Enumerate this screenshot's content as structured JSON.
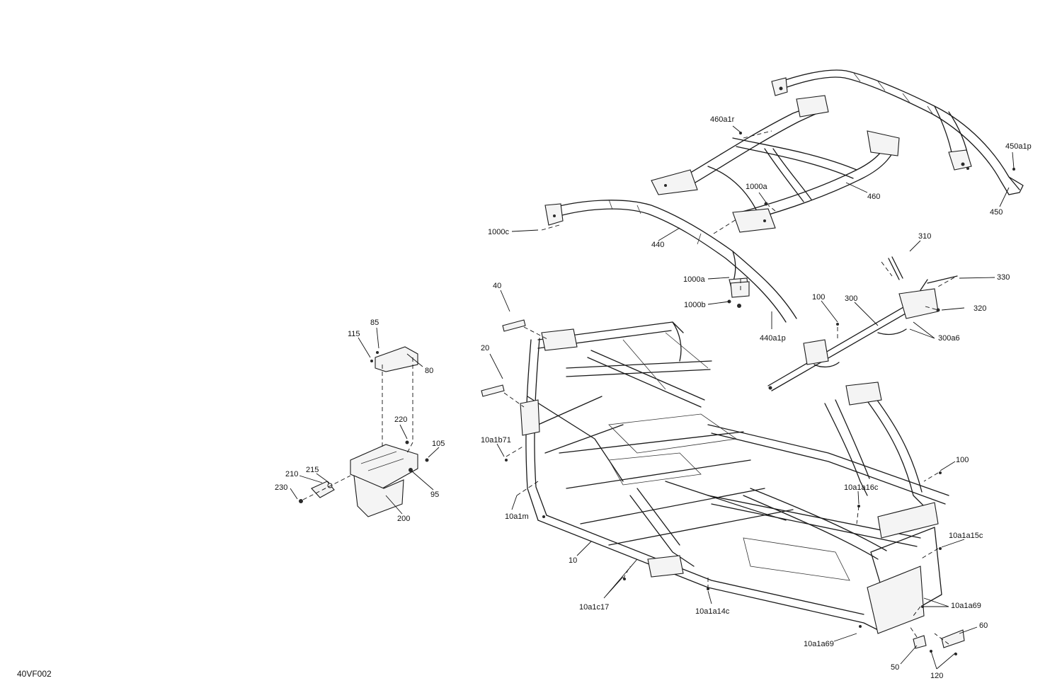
{
  "figure_id": "40VF002",
  "callouts": {
    "c460a1r": "460a1r",
    "c450a1p": "450a1p",
    "c1000a_top": "1000a",
    "c460": "460",
    "c450": "450",
    "c1000c": "1000c",
    "c440": "440",
    "c310": "310",
    "c330": "330",
    "c1000a": "1000a",
    "c1000b": "1000b",
    "c40": "40",
    "c100_top": "100",
    "c300": "300",
    "c320": "320",
    "c440a1p": "440a1p",
    "c300a6": "300a6",
    "c85": "85",
    "c115": "115",
    "c80": "80",
    "c20": "20",
    "c220": "220",
    "c105": "105",
    "c10a1b71": "10a1b71",
    "c210": "210",
    "c215": "215",
    "c230": "230",
    "c95": "95",
    "c200": "200",
    "c100_right": "100",
    "c10a1a16c": "10a1a16c",
    "c10a1m": "10a1m",
    "c10a1a15c": "10a1a15c",
    "c10": "10",
    "c10a1c17": "10a1c17",
    "c10a1a14c": "10a1a14c",
    "c10a1a69_right": "10a1a69",
    "c60": "60",
    "c10a1a69_bottom": "10a1a69",
    "c50": "50",
    "c120": "120"
  }
}
